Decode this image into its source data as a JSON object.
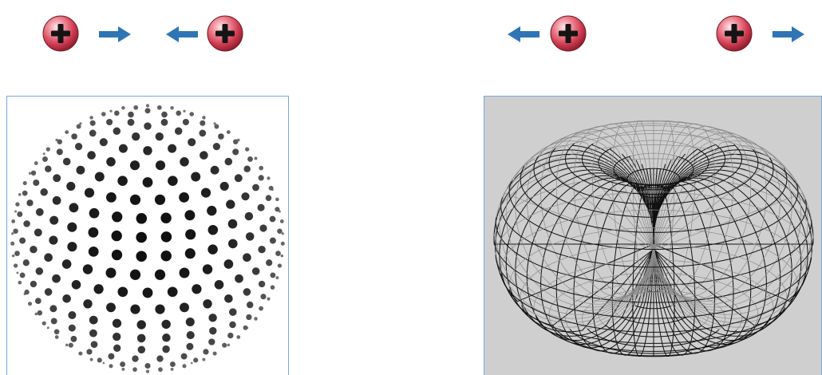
{
  "diagram": {
    "left_group": {
      "description_items": [
        "positive-charge",
        "arrow-right",
        "arrow-left",
        "positive-charge"
      ]
    },
    "right_group": {
      "description_items": [
        "arrow-left",
        "positive-charge",
        "positive-charge",
        "arrow-right"
      ]
    },
    "panels": {
      "sphere": {
        "kind": "dotted-sphere"
      },
      "torus": {
        "kind": "wireframe-torus"
      }
    },
    "colors": {
      "charge_highlight": "#fbe2e6",
      "charge_mid": "#e25b6d",
      "charge_dark": "#8e1d2c",
      "charge_sign": "#1a1a1a",
      "arrow": "#2f75b5",
      "panel_border": "#7aa7dc",
      "torus_background": "#cfcfcf",
      "sphere_dot": "#1e1e1e",
      "wire": "#111111"
    }
  }
}
